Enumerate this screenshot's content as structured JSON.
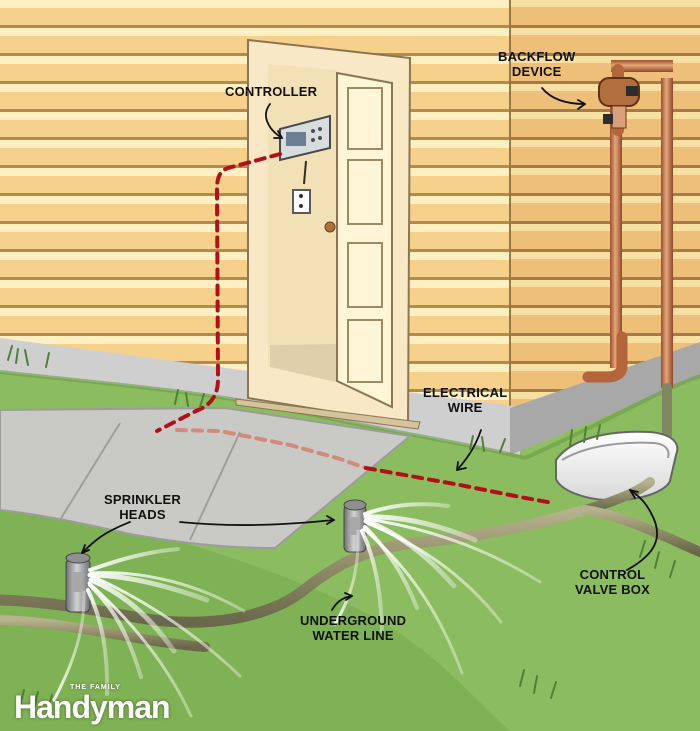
{
  "labels": {
    "controller": "CONTROLLER",
    "backflow": [
      "BACKFLOW",
      "DEVICE"
    ],
    "electrical": [
      "ELECTRICAL",
      "WIRE"
    ],
    "sprinkler": [
      "SPRINKLER",
      "HEADS"
    ],
    "control_valve": [
      "CONTROL",
      "VALVE BOX"
    ],
    "underground": [
      "UNDERGROUND",
      "WATER LINE"
    ]
  },
  "brand": {
    "small": "THE FAMILY",
    "name": "Handyman"
  }
}
